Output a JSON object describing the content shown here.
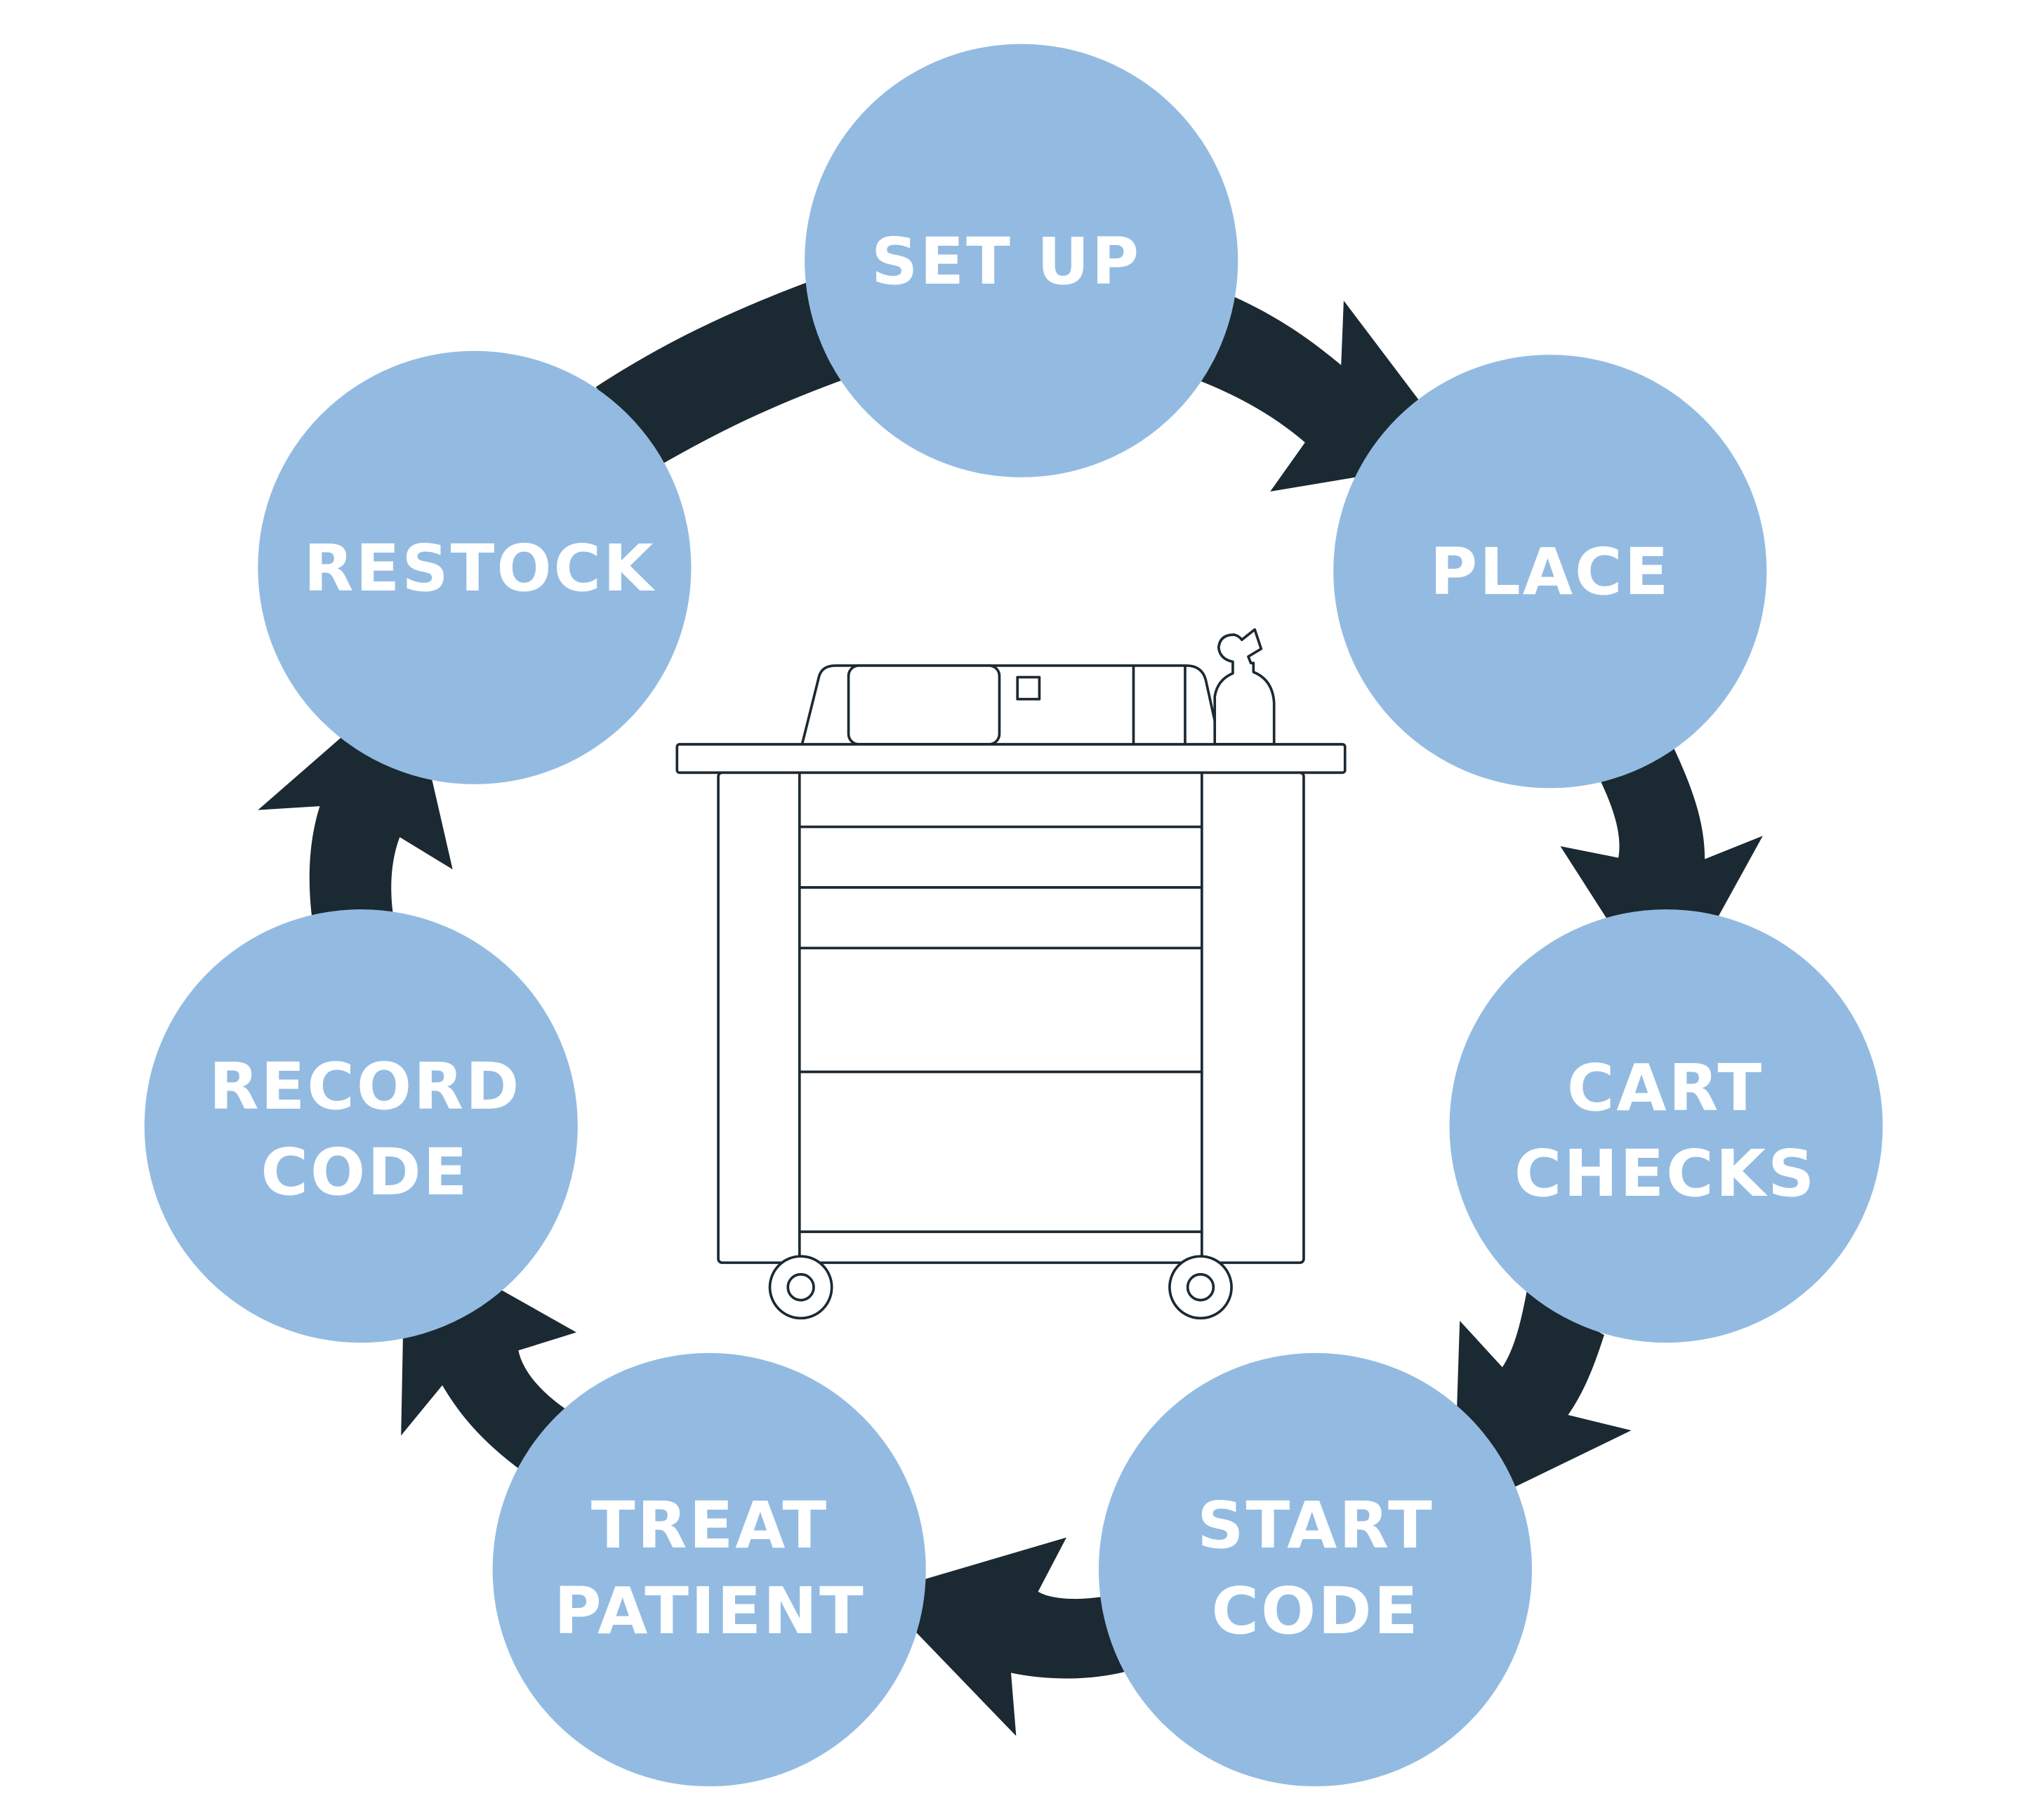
{
  "diagram": {
    "colors": {
      "background": "#ffffff",
      "circle_fill": "#93bbe2",
      "arrow_fill": "#1b2932",
      "label_text": "#ffffff",
      "cart_stroke": "#1b2932"
    },
    "center_icon": "crash-cart-icon",
    "arrow_icon": "cycle-arrow-icon",
    "stages": [
      {
        "id": "set-up",
        "lines": [
          "SET UP"
        ]
      },
      {
        "id": "place",
        "lines": [
          "PLACE"
        ]
      },
      {
        "id": "cart-checks",
        "lines": [
          "CART",
          "CHECKS"
        ]
      },
      {
        "id": "start-code",
        "lines": [
          "START",
          "CODE"
        ]
      },
      {
        "id": "treat-patient",
        "lines": [
          "TREAT",
          "PATIENT"
        ]
      },
      {
        "id": "record-code",
        "lines": [
          "RECORD",
          "CODE"
        ]
      },
      {
        "id": "restock",
        "lines": [
          "RESTOCK"
        ]
      }
    ]
  }
}
